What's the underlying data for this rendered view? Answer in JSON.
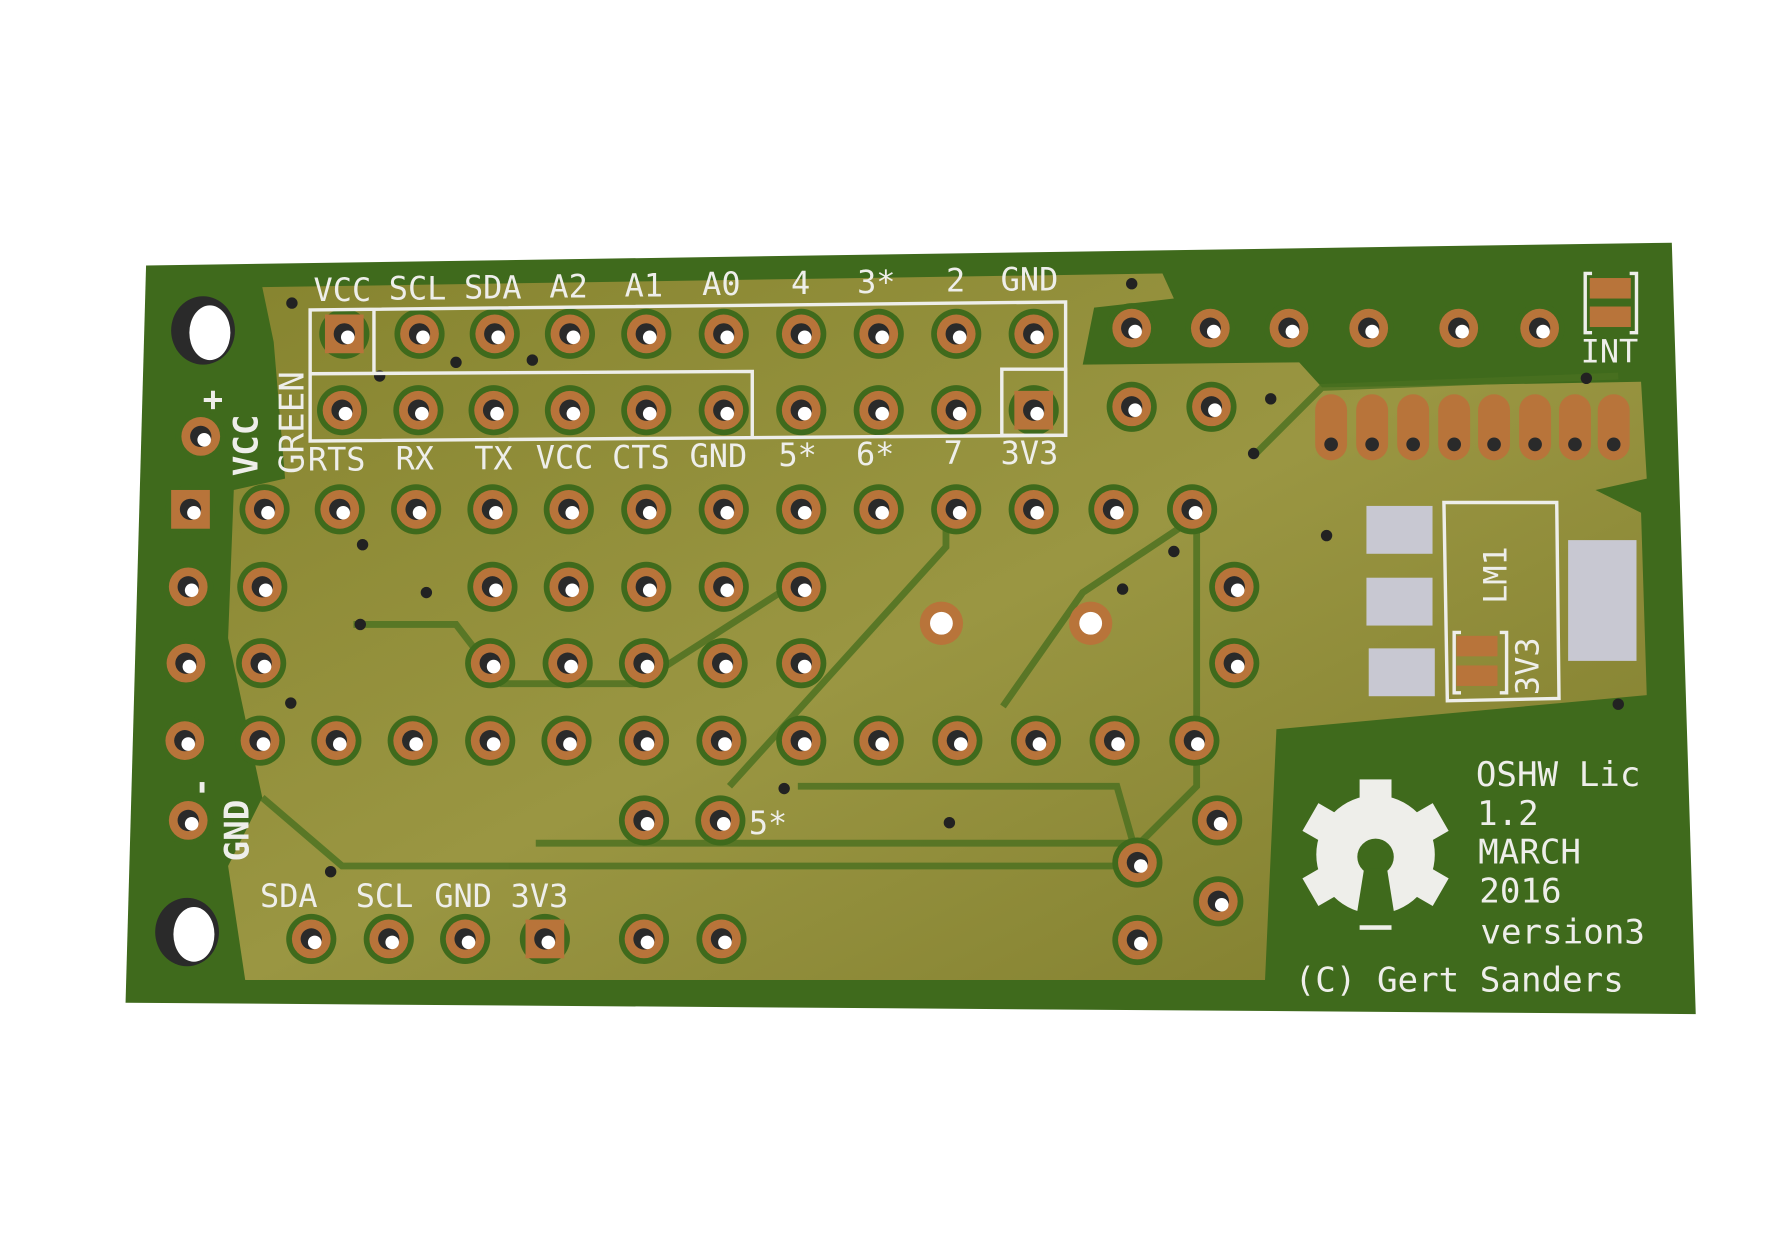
{
  "colors": {
    "board_edge": "#3f6a1c",
    "copper_pour": "#8f8c38",
    "pad": "#b8743a",
    "silk": "#eeeeea",
    "smd": "#c8c8d2"
  },
  "header_top_labels": [
    "VCC",
    "SCL",
    "SDA",
    "A2",
    "A1",
    "A0",
    "4",
    "3*",
    "2",
    "GND"
  ],
  "header_bottom_labels": [
    "RTS",
    "RX",
    "TX",
    "VCC",
    "CTS",
    "GND",
    "5*",
    "6*",
    "7",
    "3V3"
  ],
  "side_labels": {
    "vcc": "VCC",
    "plus": "+",
    "green": "GREEN",
    "gnd": "GND",
    "minus": "-"
  },
  "bottom_labels": [
    "SDA",
    "SCL",
    "GND",
    "3V3"
  ],
  "misc_labels": {
    "int": "INT",
    "lm1": "LM1",
    "reg_3v3": "3V3",
    "five_star": "5*"
  },
  "license": {
    "lines": [
      "OSHW Lic",
      "1.2",
      "MARCH",
      "2016",
      "version3"
    ],
    "copyright": "(C) Gert Sanders"
  },
  "logo": "open-source-hardware-gear-logo"
}
